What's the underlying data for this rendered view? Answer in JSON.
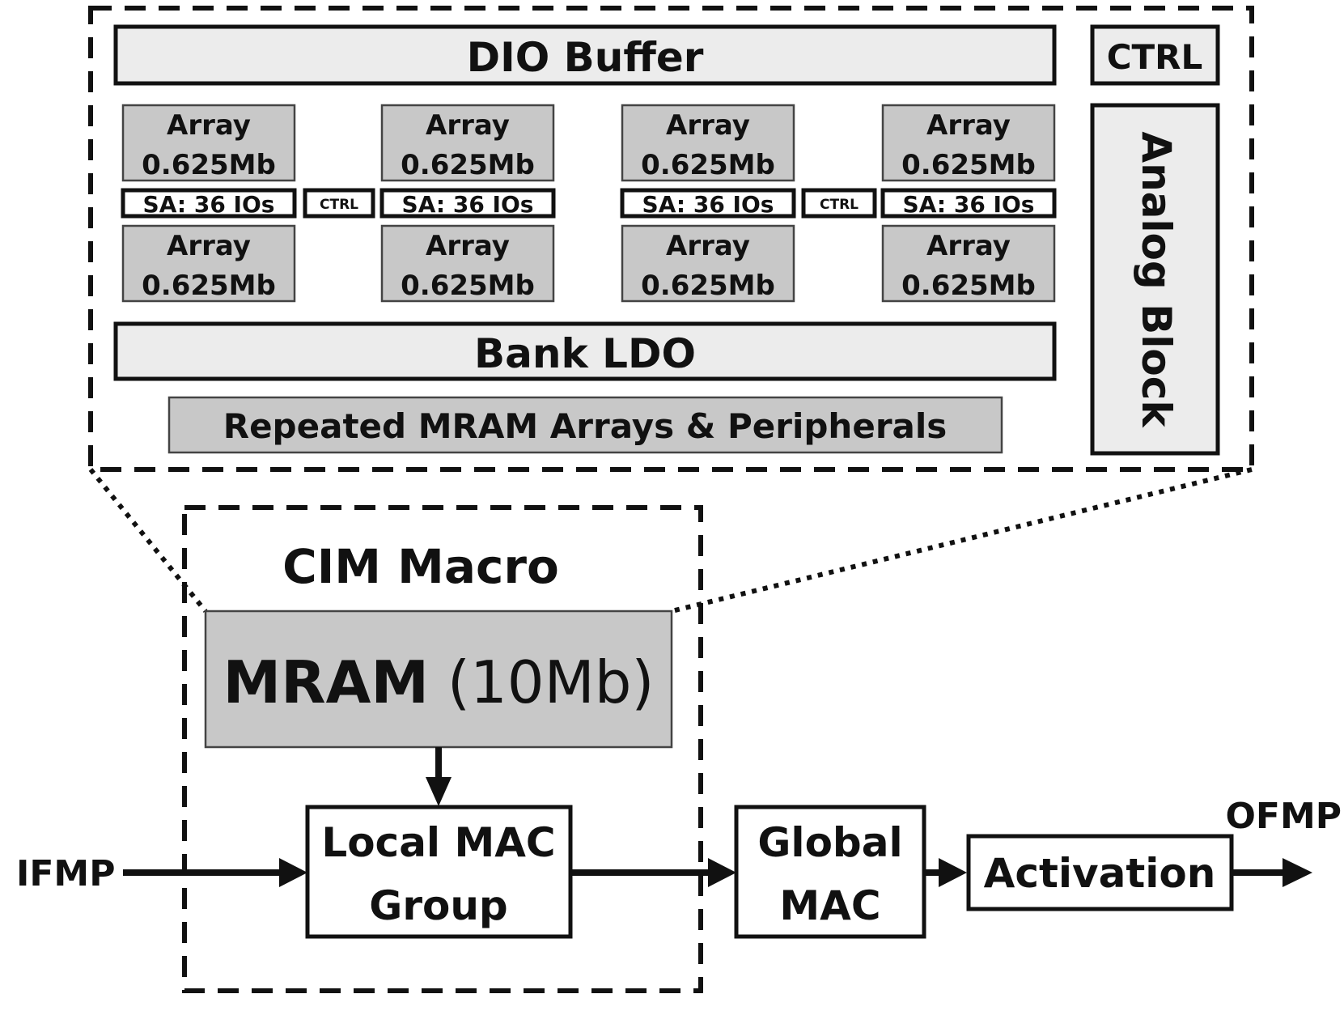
{
  "top_block": {
    "dio_buffer": "DIO Buffer",
    "ctrl": "CTRL",
    "analog_block": "Analog Block",
    "bank_ldo": "Bank LDO",
    "repeated": "Repeated MRAM Arrays & Peripherals",
    "array_label": "Array",
    "array_size": "0.625Mb",
    "sa_label": "SA: 36 IOs",
    "small_ctrl": "CTRL"
  },
  "cim_macro": {
    "title": "CIM Macro",
    "mram_bold": "MRAM",
    "mram_size": "(10Mb)"
  },
  "flow": {
    "input": "IFMP",
    "local_mac_line1": "Local MAC",
    "local_mac_line2": "Group",
    "global_mac_line1": "Global",
    "global_mac_line2": "MAC",
    "activation": "Activation",
    "output": "OFMP"
  }
}
